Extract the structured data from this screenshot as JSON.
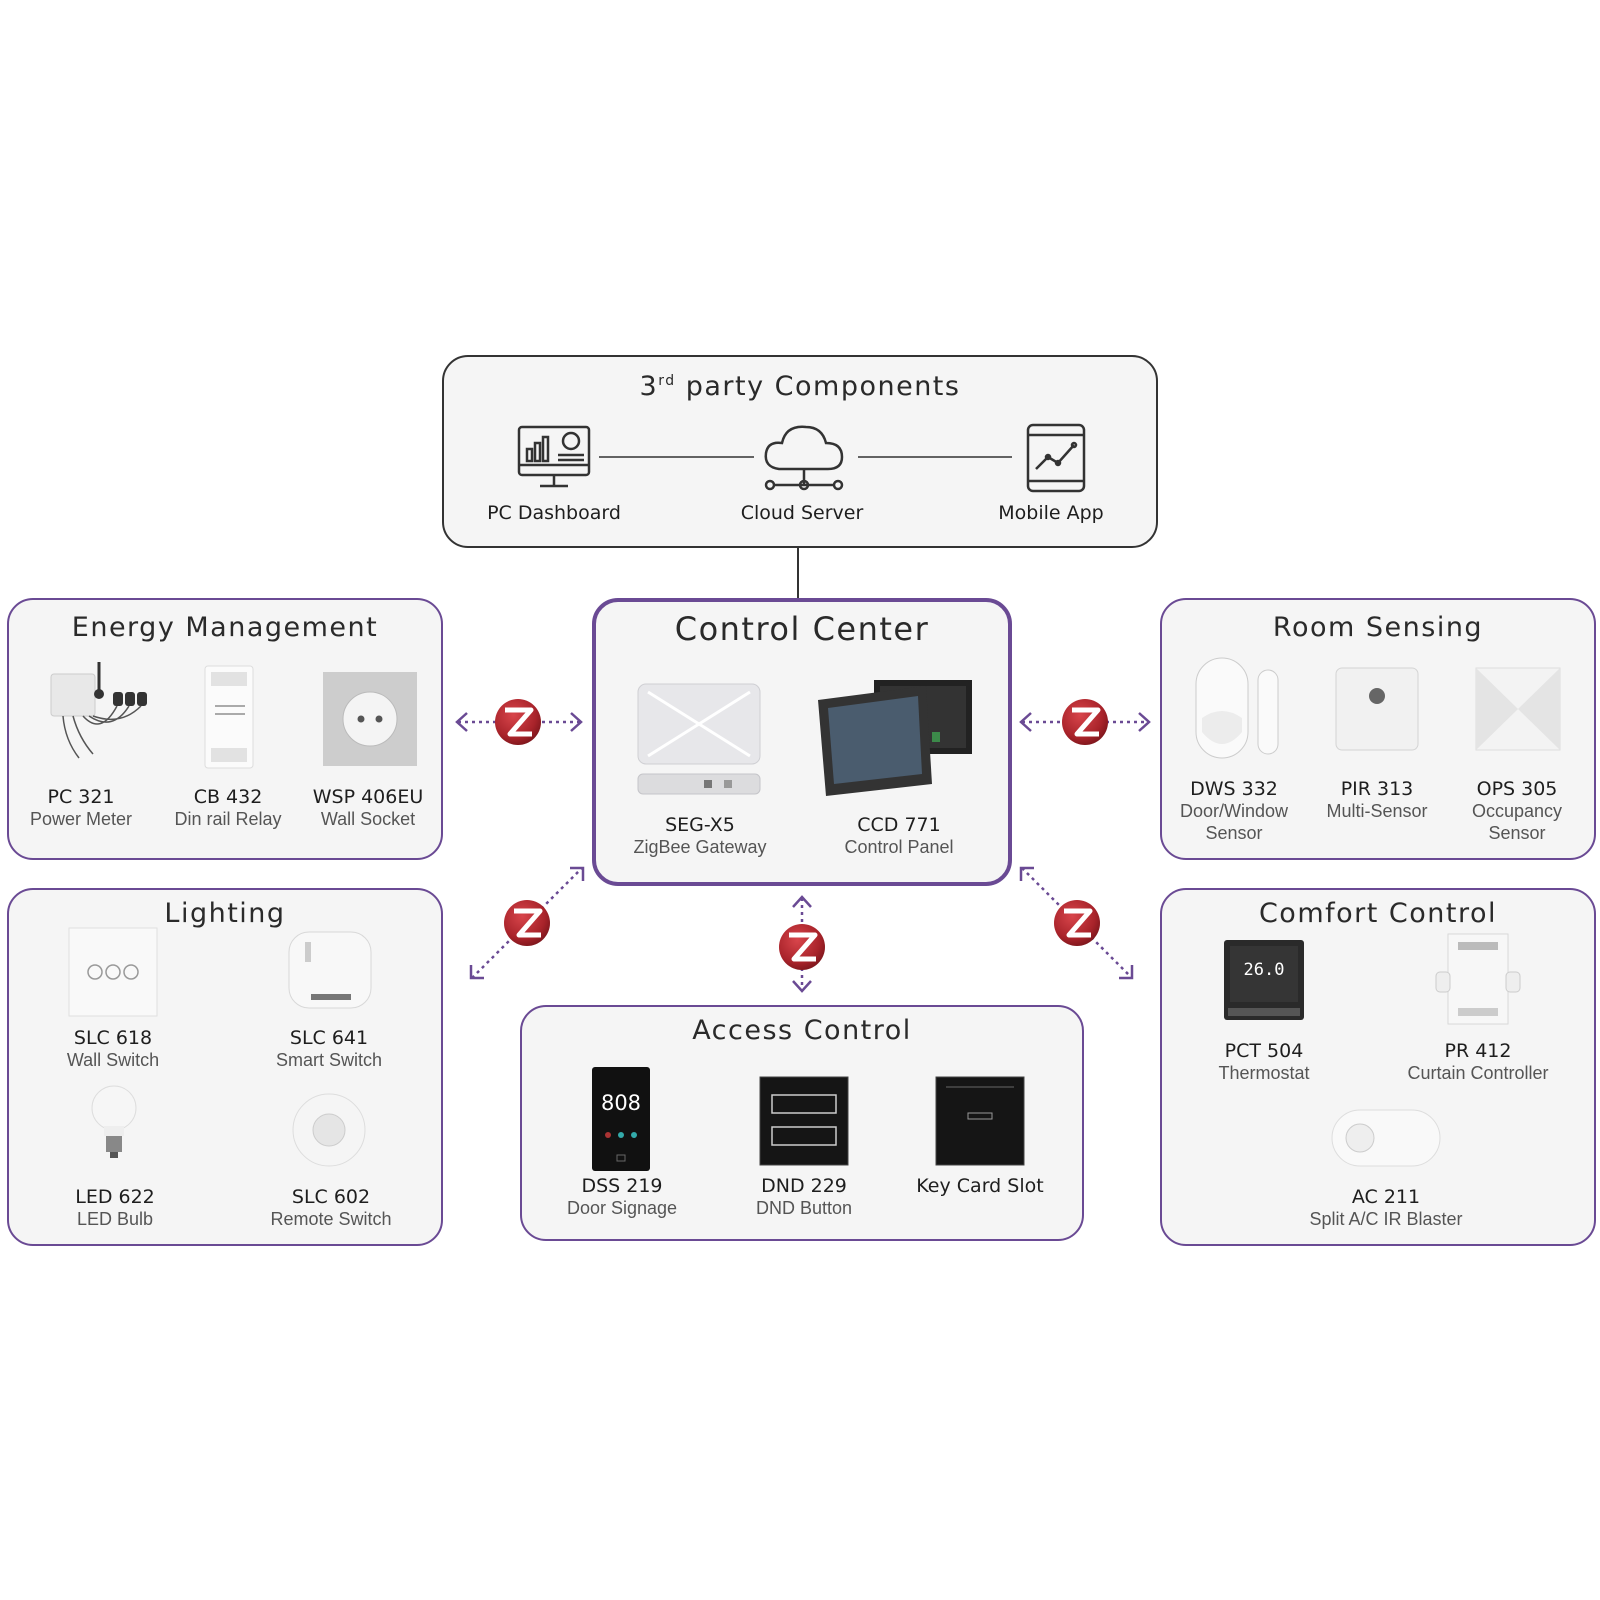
{
  "third_party": {
    "title_prefix": "3",
    "title_sup": "rd",
    "title_rest": " party Components",
    "items": [
      {
        "label": "PC Dashboard",
        "icon": "monitor-chart-icon"
      },
      {
        "label": "Cloud Server",
        "icon": "cloud-network-icon"
      },
      {
        "label": "Mobile App",
        "icon": "tablet-chart-icon"
      }
    ]
  },
  "control_center": {
    "title": "Control Center",
    "items": [
      {
        "model": "SEG-X5",
        "desc": "ZigBee Gateway"
      },
      {
        "model": "CCD 771",
        "desc": "Control Panel"
      }
    ]
  },
  "energy": {
    "title": "Energy Management",
    "items": [
      {
        "model": "PC 321",
        "desc": "Power Meter"
      },
      {
        "model": "CB 432",
        "desc": "Din rail Relay"
      },
      {
        "model": "WSP 406EU",
        "desc": "Wall Socket"
      }
    ]
  },
  "room": {
    "title": "Room Sensing",
    "items": [
      {
        "model": "DWS 332",
        "desc1": "Door/Window",
        "desc2": "Sensor"
      },
      {
        "model": "PIR 313",
        "desc1": "Multi-Sensor",
        "desc2": ""
      },
      {
        "model": "OPS 305",
        "desc1": "Occupancy",
        "desc2": "Sensor"
      }
    ]
  },
  "lighting": {
    "title": "Lighting",
    "items": [
      {
        "model": "SLC 618",
        "desc": "Wall Switch"
      },
      {
        "model": "SLC 641",
        "desc": "Smart Switch"
      },
      {
        "model": "LED 622",
        "desc": "LED Bulb"
      },
      {
        "model": "SLC 602",
        "desc": "Remote Switch"
      }
    ]
  },
  "access": {
    "title": "Access Control",
    "signage_number": "808",
    "items": [
      {
        "model": "DSS 219",
        "desc": "Door Signage"
      },
      {
        "model": "DND 229",
        "desc": "DND Button"
      },
      {
        "model": "Key Card Slot",
        "desc": ""
      }
    ]
  },
  "comfort": {
    "title": "Comfort Control",
    "thermostat_reading": "26.0",
    "items": [
      {
        "model": "PCT 504",
        "desc": "Thermostat"
      },
      {
        "model": "PR 412",
        "desc": "Curtain Controller"
      },
      {
        "model": "AC 211",
        "desc": "Split A/C IR Blaster"
      }
    ]
  },
  "colors": {
    "accent": "#6a4a94",
    "zigbee": "#b3262d",
    "panel_bg": "#f5f5f5",
    "dark_border": "#333333"
  }
}
